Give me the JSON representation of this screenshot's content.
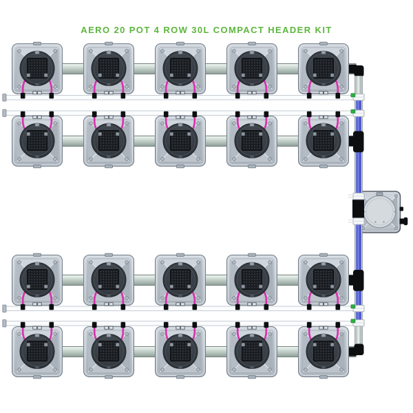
{
  "title": {
    "text": "AERO 20 POT 4 ROW 30L COMPACT HEADER KIT",
    "color": "#5cb63c"
  },
  "kit": {
    "pot_count": 20,
    "rows": 4,
    "pots_per_row": 5,
    "pot_volume": "30L",
    "layout": "compact header",
    "components": {
      "pot": "aeroponic-pot-top-view",
      "sprayer_tubes_per_pot": 2,
      "header_unit": "compact-header-tank",
      "row_pipe": "grey-interconnect-pipe",
      "feed_lines": 4,
      "main_line": "blue-header-pipe"
    },
    "colors": {
      "pot_body_top": "#cfd6dd",
      "pot_body_bottom": "#b0b8c1",
      "pot_border": "#757f8a",
      "facet_top": "#ced5dc",
      "facet_right": "#a9b1ba",
      "facet_bottom": "#bdc4cb",
      "facet_left": "#b3bbc4",
      "ridge": "#e0e5ea",
      "circle_dark": "#343a41",
      "circle_edge": "#20242a",
      "manifold": "#191c20",
      "manifold_dots": "#3b4046",
      "tube_magenta": "#d832ae",
      "fitting_black": "#0d0e10",
      "row_pipe_edge": "#73817b",
      "feed_pipe_fill": "#fbfcfd",
      "feed_pipe_edge": "#c6ccd3",
      "end_cap": "#b2bac2",
      "main_pipe_casing": "#c2cad1",
      "main_pipe_casing_edge": "#8f97a0",
      "coupler_fill": "#f5f7f8",
      "coupler_edge": "#aeb5bc",
      "clip_green": "#2fae44",
      "tank_border": "#565e68",
      "tank_lid": "#d4dade",
      "background": "#ffffff"
    }
  }
}
